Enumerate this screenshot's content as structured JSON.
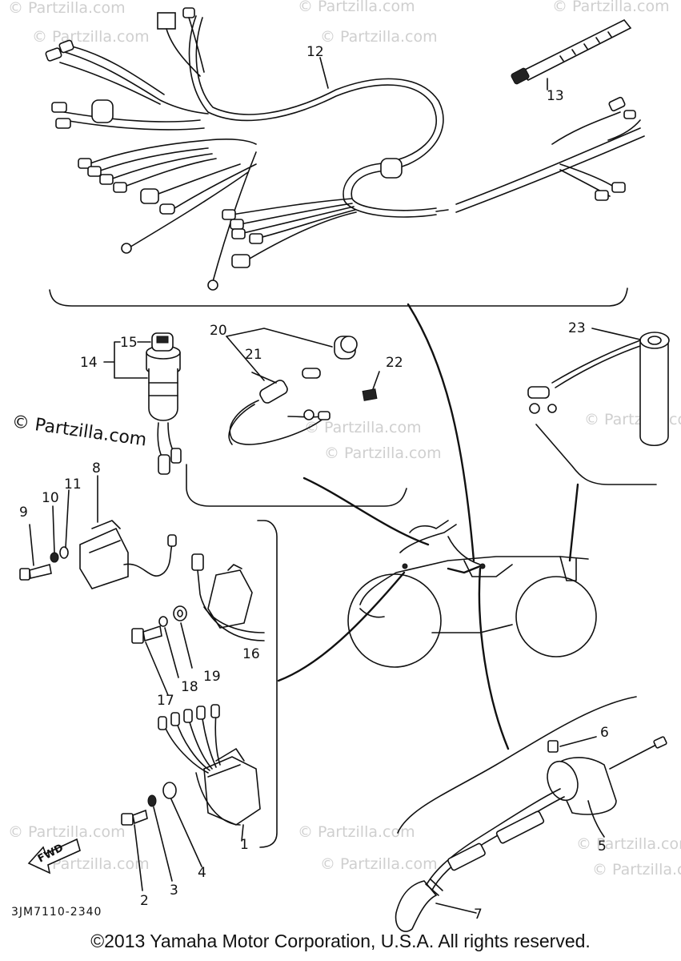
{
  "watermark": {
    "text": "© Partzilla.com"
  },
  "callouts": [
    {
      "id": "c1",
      "label": "1"
    },
    {
      "id": "c2",
      "label": "2"
    },
    {
      "id": "c3",
      "label": "3"
    },
    {
      "id": "c4",
      "label": "4"
    },
    {
      "id": "c5",
      "label": "5"
    },
    {
      "id": "c6",
      "label": "6"
    },
    {
      "id": "c7",
      "label": "7"
    },
    {
      "id": "c8",
      "label": "8"
    },
    {
      "id": "c9",
      "label": "9"
    },
    {
      "id": "c10",
      "label": "10"
    },
    {
      "id": "c11",
      "label": "11"
    },
    {
      "id": "c12",
      "label": "12"
    },
    {
      "id": "c13",
      "label": "13"
    },
    {
      "id": "c14",
      "label": "14"
    },
    {
      "id": "c15",
      "label": "15"
    },
    {
      "id": "c16",
      "label": "16"
    },
    {
      "id": "c17",
      "label": "17"
    },
    {
      "id": "c18",
      "label": "18"
    },
    {
      "id": "c19",
      "label": "19"
    },
    {
      "id": "c20",
      "label": "20"
    },
    {
      "id": "c21",
      "label": "21"
    },
    {
      "id": "c22",
      "label": "22"
    },
    {
      "id": "c23",
      "label": "23"
    }
  ],
  "direction_marker": "FWD",
  "diagram_code": "3JM7110-2340",
  "copyright": "©2013 Yamaha Motor Corporation, U.S.A. All rights reserved."
}
